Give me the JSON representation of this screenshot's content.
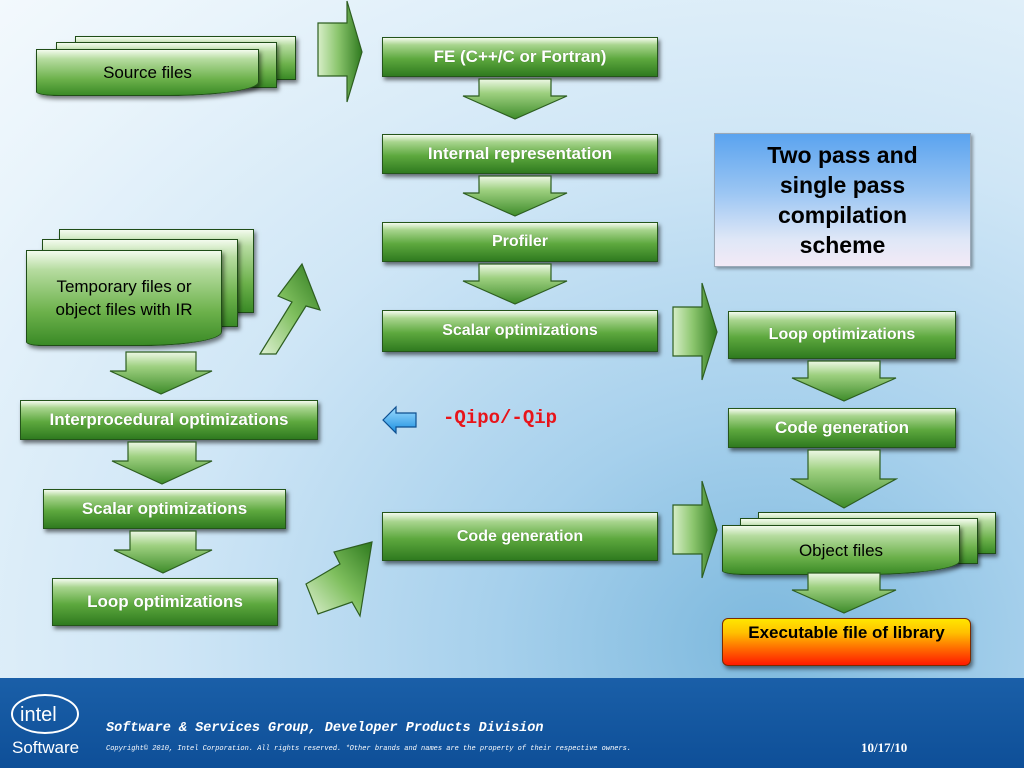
{
  "left_column": {
    "source_files": "Source files",
    "temporary_files": "Temporary files or object files with IR",
    "interprocedural": "Interprocedural optimizations",
    "scalar_opt": "Scalar optimizations",
    "loop_opt": "Loop optimizations"
  },
  "middle_column": {
    "fe": "FE (C++/C or Fortran)",
    "internal_rep": "Internal representation",
    "profiler": "Profiler",
    "scalar_opt": "Scalar optimizations",
    "code_gen": "Code generation"
  },
  "right_column": {
    "title": "Two pass and single pass compilation scheme",
    "loop_opt": "Loop optimizations",
    "code_gen": "Code generation",
    "object_files": "Object files",
    "executable": "Executable file of library"
  },
  "flag": "-Qipo/-Qip",
  "colors": {
    "arrow_blue": "#1a8fe0",
    "flag_red": "#e8141a",
    "footer_blue": "#0e4f98"
  },
  "footer": {
    "division": "Software & Services Group, Developer Products Division",
    "copyright": "Copyright© 2010, Intel Corporation. All rights reserved. *Other brands and names are the property of their respective owners.",
    "date": "10/17/10",
    "logo_word": "intel",
    "logo_sub": "Software"
  }
}
